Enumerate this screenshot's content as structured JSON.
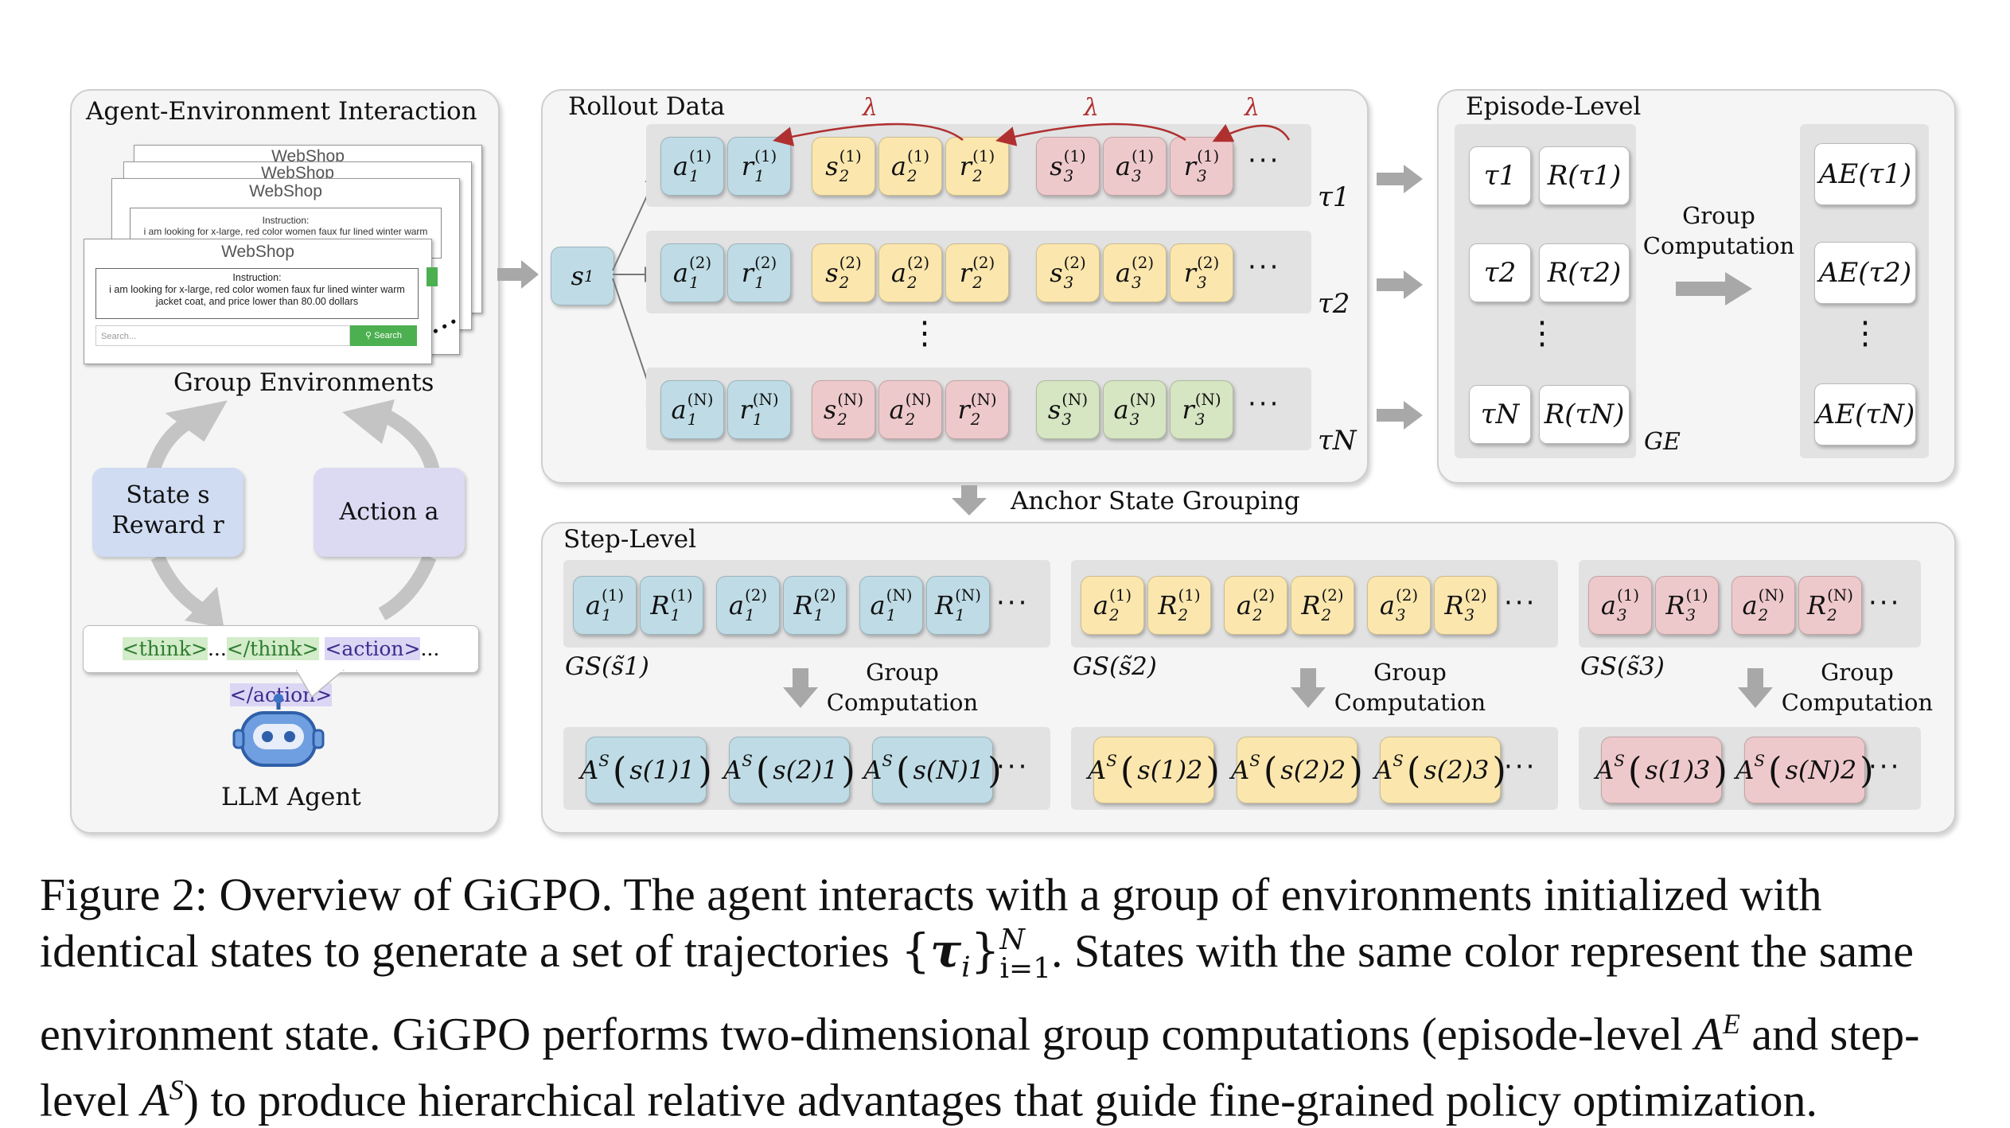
{
  "left_panel": {
    "title": "Agent-Environment Interaction",
    "webshop_title": "WebShop",
    "instruction_label": "Instruction:",
    "instruction_line1": "i am looking for x-large, red color women faux fur lined winter warm",
    "instruction_line2": "jacket coat, and price lower than 80.00 dollars",
    "back_instruction": "i am looking for x-large, red color women faux fur lined winter warm",
    "search_placeholder": "Search...",
    "search_button": "Search",
    "group_env_label": "Group Environments",
    "state_box_line1": "State s",
    "state_box_line2": "Reward r",
    "action_box": "Action a",
    "think_open": "<think>",
    "think_dots": "...",
    "think_close": "</think>",
    "action_open": "<action>",
    "action_dots": "...",
    "action_close": "</action>",
    "agent_label": "LLM Agent"
  },
  "rollout": {
    "title": "Rollout Data",
    "s1": "s1",
    "lambda": "λ",
    "vdots": "⋮",
    "dots": "···",
    "rows": [
      {
        "tau": "τ1",
        "cells": [
          {
            "sym": "a",
            "sub": "1",
            "sup": "(1)",
            "color": "b"
          },
          {
            "sym": "r",
            "sub": "1",
            "sup": "(1)",
            "color": "b"
          },
          {
            "sym": "s",
            "sub": "2",
            "sup": "(1)",
            "color": "y"
          },
          {
            "sym": "a",
            "sub": "2",
            "sup": "(1)",
            "color": "y"
          },
          {
            "sym": "r",
            "sub": "2",
            "sup": "(1)",
            "color": "y"
          },
          {
            "sym": "s",
            "sub": "3",
            "sup": "(1)",
            "color": "r"
          },
          {
            "sym": "a",
            "sub": "3",
            "sup": "(1)",
            "color": "r"
          },
          {
            "sym": "r",
            "sub": "3",
            "sup": "(1)",
            "color": "r"
          }
        ]
      },
      {
        "tau": "τ2",
        "cells": [
          {
            "sym": "a",
            "sub": "1",
            "sup": "(2)",
            "color": "b"
          },
          {
            "sym": "r",
            "sub": "1",
            "sup": "(2)",
            "color": "b"
          },
          {
            "sym": "s",
            "sub": "2",
            "sup": "(2)",
            "color": "y"
          },
          {
            "sym": "a",
            "sub": "2",
            "sup": "(2)",
            "color": "y"
          },
          {
            "sym": "r",
            "sub": "2",
            "sup": "(2)",
            "color": "y"
          },
          {
            "sym": "s",
            "sub": "3",
            "sup": "(2)",
            "color": "y"
          },
          {
            "sym": "a",
            "sub": "3",
            "sup": "(2)",
            "color": "y"
          },
          {
            "sym": "r",
            "sub": "3",
            "sup": "(2)",
            "color": "y"
          }
        ]
      },
      {
        "tau": "τN",
        "cells": [
          {
            "sym": "a",
            "sub": "1",
            "sup": "(N)",
            "color": "b"
          },
          {
            "sym": "r",
            "sub": "1",
            "sup": "(N)",
            "color": "b"
          },
          {
            "sym": "s",
            "sub": "2",
            "sup": "(N)",
            "color": "r"
          },
          {
            "sym": "a",
            "sub": "2",
            "sup": "(N)",
            "color": "r"
          },
          {
            "sym": "r",
            "sub": "2",
            "sup": "(N)",
            "color": "r"
          },
          {
            "sym": "s",
            "sub": "3",
            "sup": "(N)",
            "color": "g"
          },
          {
            "sym": "a",
            "sub": "3",
            "sup": "(N)",
            "color": "g"
          },
          {
            "sym": "r",
            "sub": "3",
            "sup": "(N)",
            "color": "g"
          }
        ]
      }
    ]
  },
  "episode": {
    "title": "Episode-Level",
    "taus": [
      "τ1",
      "τ2",
      "τN"
    ],
    "rewards": [
      "R(τ1)",
      "R(τ2)",
      "R(τN)"
    ],
    "advs": [
      "AE(τ1)",
      "AE(τ2)",
      "AE(τN)"
    ],
    "group_line1": "Group",
    "group_line2": "Computation",
    "ge_label": "GE"
  },
  "anchor_label": "Anchor State Grouping",
  "step": {
    "title": "Step-Level",
    "group_line1": "Group",
    "group_line2": "Computation",
    "dots": "···",
    "groups": [
      {
        "label": "GS(s̃1)",
        "color": "b",
        "pairs": [
          [
            "a",
            "1",
            "(1)",
            "R",
            "1",
            "(1)"
          ],
          [
            "a",
            "1",
            "(2)",
            "R",
            "1",
            "(2)"
          ],
          [
            "a",
            "1",
            "(N)",
            "R",
            "1",
            "(N)"
          ]
        ],
        "advs": [
          [
            "1",
            "(1)"
          ],
          [
            "1",
            "(2)"
          ],
          [
            "1",
            "(N)"
          ]
        ]
      },
      {
        "label": "GS(s̃2)",
        "color": "y",
        "pairs": [
          [
            "a",
            "2",
            "(1)",
            "R",
            "2",
            "(1)"
          ],
          [
            "a",
            "2",
            "(2)",
            "R",
            "2",
            "(2)"
          ],
          [
            "a",
            "3",
            "(2)",
            "R",
            "3",
            "(2)"
          ]
        ],
        "advs": [
          [
            "2",
            "(1)"
          ],
          [
            "2",
            "(2)"
          ],
          [
            "3",
            "(2)"
          ]
        ]
      },
      {
        "label": "GS(s̃3)",
        "color": "r",
        "pairs": [
          [
            "a",
            "3",
            "(1)",
            "R",
            "3",
            "(1)"
          ],
          [
            "a",
            "2",
            "(N)",
            "R",
            "2",
            "(N)"
          ]
        ],
        "advs": [
          [
            "3",
            "(1)"
          ],
          [
            "2",
            "(N)"
          ]
        ]
      }
    ]
  },
  "caption": {
    "p1": "Figure 2: Overview of GiGPO. The agent interacts with a group of environments initialized with identical states to generate a set of trajectories ",
    "set_open": "{",
    "set_body": "τ",
    "set_sub_i": "i",
    "set_close": "}",
    "set_sup": "N",
    "set_sub": "i=1",
    "p2": ". States with the same color represent the same environment state. GiGPO performs two-dimensional group computations (episode-level ",
    "ae": "A",
    "ae_sup": "E",
    "p3": " and step-level ",
    "as": "A",
    "as_sup": "S",
    "p4": ") to produce hierarchical relative advantages that guide fine-grained policy optimization."
  },
  "colors": {
    "b": "#bfdce6",
    "y": "#fbe7ae",
    "r": "#eec9cb",
    "g": "#d6e5c2",
    "state_box": "#cfdcf2",
    "action_box": "#dcd9f3",
    "lambda_arrow": "#b03030"
  }
}
